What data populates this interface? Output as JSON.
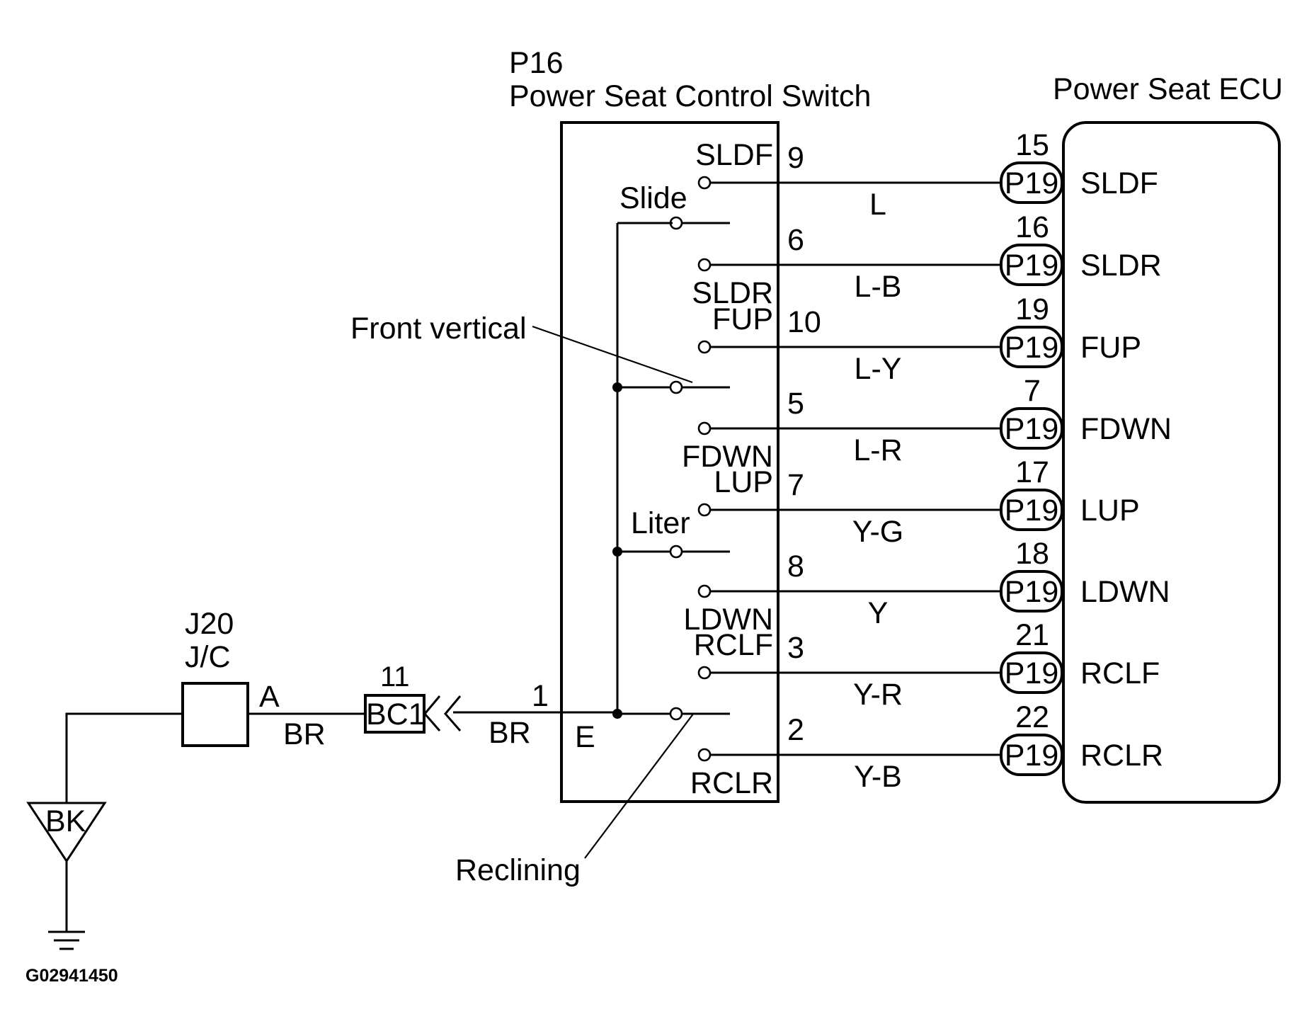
{
  "switch": {
    "id": "P16",
    "name": "Power Seat Control Switch",
    "ground_terminal": "E",
    "ground_pin": "1",
    "groups": {
      "slide": "Slide",
      "front_vertical": "Front vertical",
      "liter": "Liter",
      "reclining": "Reclining"
    }
  },
  "ecu": {
    "name": "Power Seat ECU"
  },
  "circuits": [
    {
      "switch_label": "SLDF",
      "switch_pin": "9",
      "wire": "L",
      "ecu_pin": "15",
      "connector": "P19",
      "ecu_label": "SLDF"
    },
    {
      "switch_label": "SLDR",
      "switch_pin": "6",
      "wire": "L-B",
      "ecu_pin": "16",
      "connector": "P19",
      "ecu_label": "SLDR"
    },
    {
      "switch_label": "FUP",
      "switch_pin": "10",
      "wire": "L-Y",
      "ecu_pin": "19",
      "connector": "P19",
      "ecu_label": "FUP"
    },
    {
      "switch_label": "FDWN",
      "switch_pin": "5",
      "wire": "L-R",
      "ecu_pin": "7",
      "connector": "P19",
      "ecu_label": "FDWN"
    },
    {
      "switch_label": "LUP",
      "switch_pin": "7",
      "wire": "Y-G",
      "ecu_pin": "17",
      "connector": "P19",
      "ecu_label": "LUP"
    },
    {
      "switch_label": "LDWN",
      "switch_pin": "8",
      "wire": "Y",
      "ecu_pin": "18",
      "connector": "P19",
      "ecu_label": "LDWN"
    },
    {
      "switch_label": "RCLF",
      "switch_pin": "3",
      "wire": "Y-R",
      "ecu_pin": "21",
      "connector": "P19",
      "ecu_label": "RCLF"
    },
    {
      "switch_label": "RCLR",
      "switch_pin": "2",
      "wire": "Y-B",
      "ecu_pin": "22",
      "connector": "P19",
      "ecu_label": "RCLR"
    }
  ],
  "ground_path": {
    "junction_id": "J20",
    "junction_name": "J/C",
    "junction_terminal": "A",
    "wire_left": "BR",
    "wire_right": "BR",
    "connector_pin": "11",
    "connector": "BC1",
    "ground_point": "BK"
  },
  "figure_code": "G02941450"
}
